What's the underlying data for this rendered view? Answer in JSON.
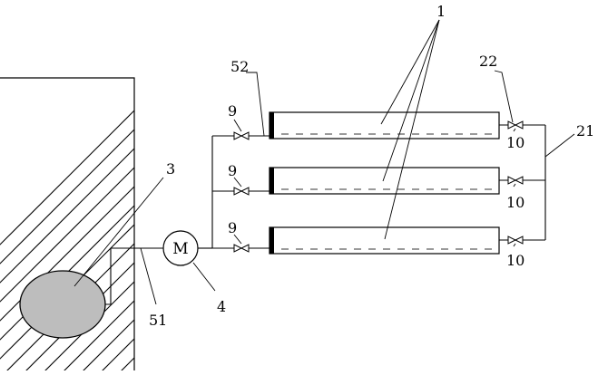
{
  "colors": {
    "line": "#000000",
    "reservoir_fill": "#bdbdbd",
    "background": "#ffffff"
  },
  "labels": {
    "ref_1": "1",
    "ref_52": "52",
    "ref_22": "22",
    "ref_21": "21",
    "ref_3": "3",
    "ref_4": "4",
    "ref_51": "51",
    "ref_9_top": "9",
    "ref_9_mid": "9",
    "ref_9_bot": "9",
    "ref_10_top": "10",
    "ref_10_mid": "10",
    "ref_10_bot": "10",
    "motor": "M"
  },
  "icons": {
    "valve": "bowtie-valve-icon",
    "motor": "circle-m-motor-icon"
  }
}
